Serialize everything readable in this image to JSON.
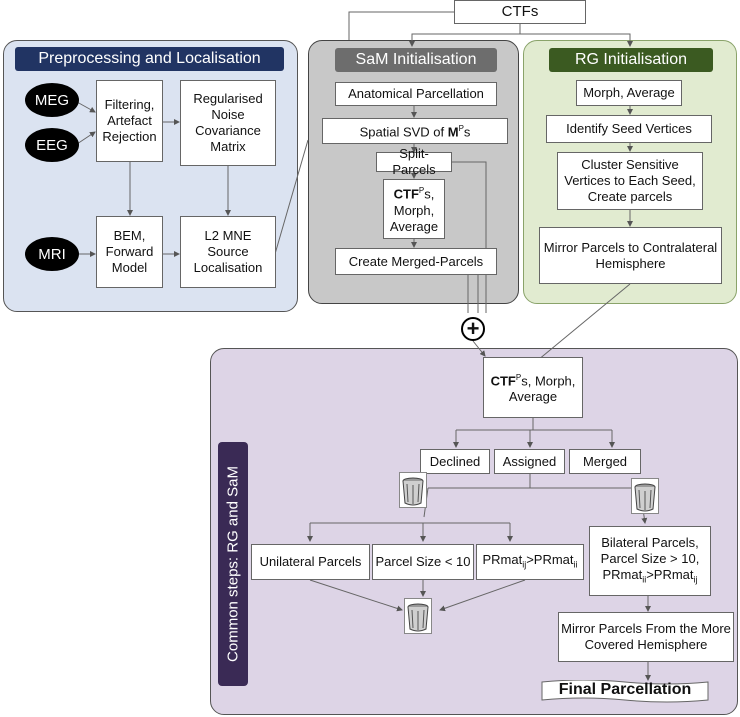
{
  "top": {
    "ctfs": "CTFs"
  },
  "preprocessing": {
    "title": "Preprocessing and Localisation",
    "inputs": {
      "meg": "MEG",
      "eeg": "EEG",
      "mri": "MRI"
    },
    "filtering": "Filtering, Artefact Rejection",
    "noise_cov": "Regularised Noise Covariance Matrix",
    "bem": "BEM, Forward Model",
    "mne": "L2 MNE Source Localisation"
  },
  "sam": {
    "title": "SaM Initialisation",
    "anatomical": "Anatomical Parcellation",
    "svd_prefix": "Spatial SVD of ",
    "svd_m": "M",
    "svd_sup": "P",
    "svd_suffix": "s",
    "split": "Split-Parcels",
    "ctf_bold": "CTF",
    "ctf_sup": "P",
    "ctf_rest": "s, Morph, Average",
    "merged": "Create Merged-Parcels"
  },
  "rg": {
    "title": "RG Initialisation",
    "morph": "Morph, Average",
    "identify": "Identify Seed Vertices",
    "cluster": "Cluster Sensitive Vertices to Each Seed, Create parcels",
    "mirror": "Mirror Parcels to Contralateral Hemisphere"
  },
  "common": {
    "label": "Common steps:  RG and SaM",
    "ctf_bold": "CTF",
    "ctf_sup": "P",
    "ctf_rest": "s, Morph, Average",
    "declined": "Declined",
    "assigned": "Assigned",
    "merged": "Merged",
    "unilateral": "Unilateral Parcels",
    "size_lt": "Parcel Size < 10",
    "pr_a": "PRmat",
    "pr_a_sub": "ij",
    "pr_gt": ">PRmat",
    "pr_b_sub": "ii",
    "bilateral": "Bilateral Parcels, Parcel Size > 10,",
    "bilat_pr_a": "PRmat",
    "bilat_pr_a_sub": "ii",
    "bilat_pr_gt": ">PRmat",
    "bilat_pr_b_sub": "ij",
    "mirror_from": "Mirror Parcels From the More Covered Hemisphere",
    "final": "Final Parcellation"
  },
  "icons": {
    "bin": "recycle-bin-icon",
    "plus": "plus-circle-icon"
  },
  "colors": {
    "pre_header": "#213463",
    "sam_header": "#6d6d6d",
    "rg_header": "#3b5a21",
    "common_label": "#3a2a55"
  }
}
